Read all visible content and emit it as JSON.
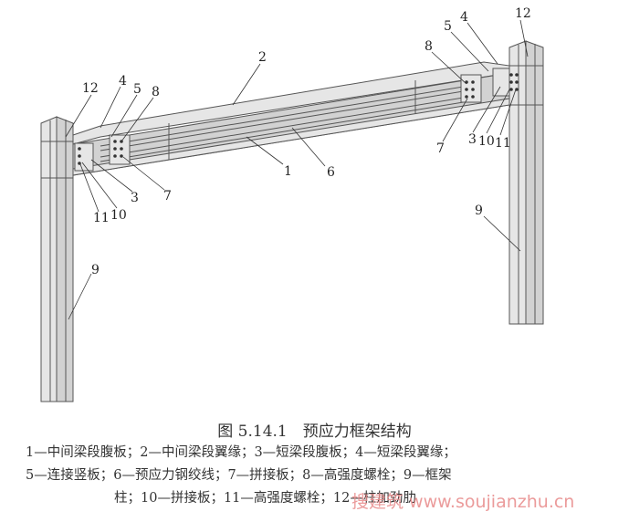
{
  "figure": {
    "labels": {
      "top_2": "2",
      "left_12": "12",
      "left_4": "4",
      "left_5": "5",
      "left_8": "8",
      "mid_1": "1",
      "mid_6": "6",
      "left_3": "3",
      "left_7": "7",
      "left_10": "10",
      "left_11": "11",
      "left_9": "9",
      "right_12": "12",
      "right_4": "4",
      "right_5": "5",
      "right_8": "8",
      "right_7": "7",
      "right_3": "3",
      "right_10": "10",
      "right_11": "11",
      "right_9": "9"
    }
  },
  "caption": {
    "title": "图 5.14.1　预应力框架结构",
    "legend": [
      "1—中间梁段腹板；2—中间梁段翼缘；3—短梁段腹板；4—短梁段翼缘；",
      "5—连接竖板；6—预应力钢绞线；7—拼接板；8—高强度螺栓；9—框架",
      "柱；10—拼接板；11—高强度螺栓；12—柱加劲肋"
    ]
  },
  "watermark": "搜建筑 www.soujianzhu.cn"
}
